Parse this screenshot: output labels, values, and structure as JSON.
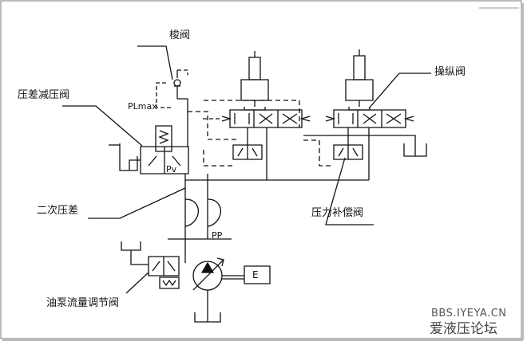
{
  "labels": {
    "shuttle_valve": "梭阀",
    "pressure_diff_reducing_valve": "压差减压阀",
    "control_valve": "操纵阀",
    "secondary_pressure_diff": "二次压差",
    "pressure_compensating_valve": "压力补偿阀",
    "pump_flow_control_valve": "油泵流量调节阀"
  },
  "symbols": {
    "p_lmax": "PLmax",
    "p_v": "Pv",
    "p_p": "PP",
    "engine": "E"
  },
  "watermark": {
    "url": "BBS.IYEYA.CN",
    "site": "爱液压论坛"
  }
}
